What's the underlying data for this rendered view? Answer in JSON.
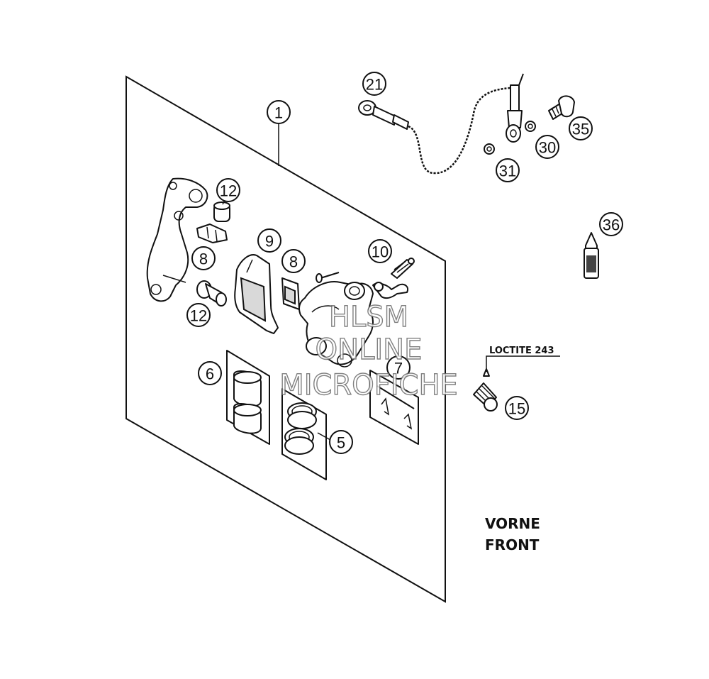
{
  "callouts": [
    {
      "id": "c1",
      "label": "1"
    },
    {
      "id": "c21",
      "label": "21"
    },
    {
      "id": "c35",
      "label": "35"
    },
    {
      "id": "c30",
      "label": "30"
    },
    {
      "id": "c31",
      "label": "31"
    },
    {
      "id": "c36",
      "label": "36"
    },
    {
      "id": "c12a",
      "label": "12"
    },
    {
      "id": "c8a",
      "label": "8"
    },
    {
      "id": "c9",
      "label": "9"
    },
    {
      "id": "c8b",
      "label": "8"
    },
    {
      "id": "c10",
      "label": "10"
    },
    {
      "id": "c12b",
      "label": "12"
    },
    {
      "id": "c6",
      "label": "6"
    },
    {
      "id": "c7",
      "label": "7"
    },
    {
      "id": "c5",
      "label": "5"
    },
    {
      "id": "c15",
      "label": "15"
    }
  ],
  "labels": {
    "loctite": "LOCTITE 243",
    "vorne": "VORNE",
    "front": "FRONT"
  },
  "watermark": {
    "line1": "HLSM",
    "line2": "ONLINE",
    "line3": "MICROFICHE"
  }
}
